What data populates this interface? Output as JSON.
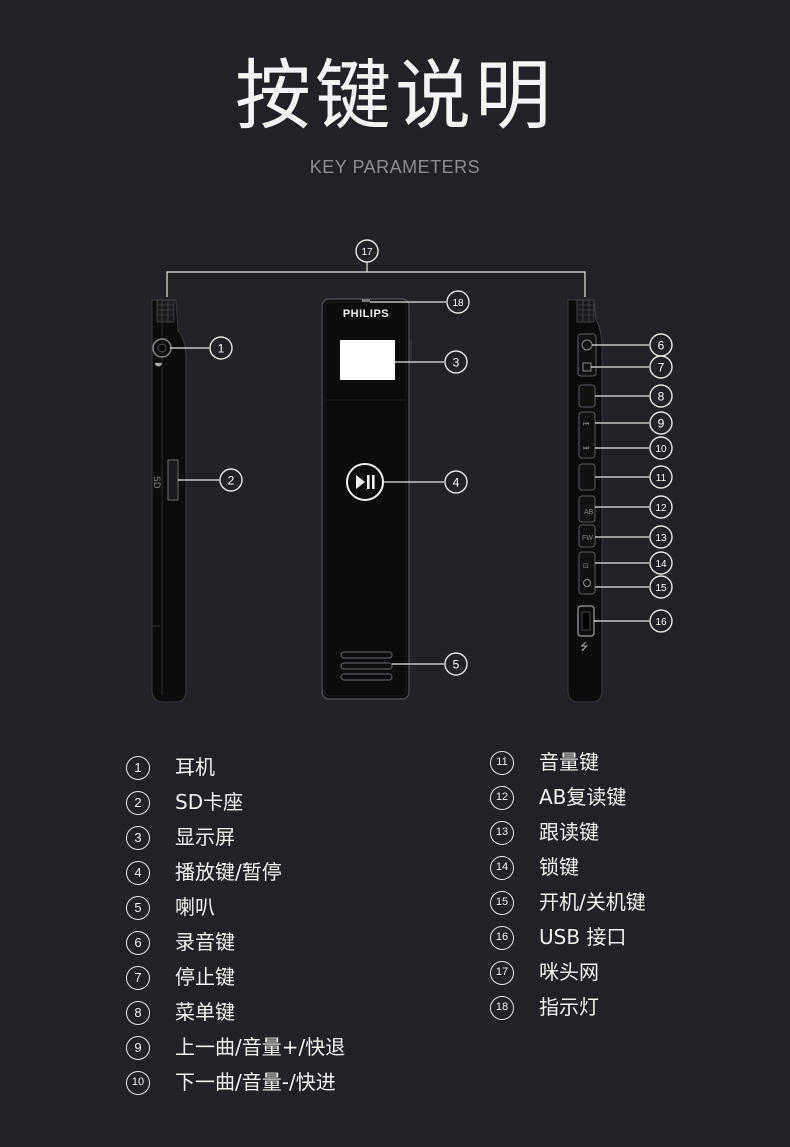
{
  "header": {
    "title": "按键说明",
    "subtitle": "KEY PARAMETERS"
  },
  "device": {
    "brand": "PHILIPS",
    "usb_symbol": "⭍"
  },
  "callouts": [
    "1",
    "2",
    "3",
    "4",
    "5",
    "6",
    "7",
    "8",
    "9",
    "10",
    "11",
    "12",
    "13",
    "14",
    "15",
    "16",
    "17",
    "18"
  ],
  "legend_left": [
    {
      "num": "1",
      "label": "耳机"
    },
    {
      "num": "2",
      "label": "SD卡座"
    },
    {
      "num": "3",
      "label": "显示屏"
    },
    {
      "num": "4",
      "label": "播放键/暂停"
    },
    {
      "num": "5",
      "label": "喇叭"
    },
    {
      "num": "6",
      "label": "录音键"
    },
    {
      "num": "7",
      "label": "停止键"
    },
    {
      "num": "8",
      "label": "菜单键"
    },
    {
      "num": "9",
      "label": "上一曲/音量+/快退"
    },
    {
      "num": "10",
      "label": "下一曲/音量-/快进"
    }
  ],
  "legend_right": [
    {
      "num": "11",
      "label": "音量键"
    },
    {
      "num": "12",
      "label": "AB复读键"
    },
    {
      "num": "13",
      "label": "跟读键"
    },
    {
      "num": "14",
      "label": "锁键"
    },
    {
      "num": "15",
      "label": "开机/关机键"
    },
    {
      "num": "16",
      "label": "USB 接口"
    },
    {
      "num": "17",
      "label": "咪头网"
    },
    {
      "num": "18",
      "label": "指示灯"
    }
  ],
  "colors": {
    "background": "#222128",
    "device_body": "#0c0c0e",
    "line": "#e6e6e6"
  }
}
